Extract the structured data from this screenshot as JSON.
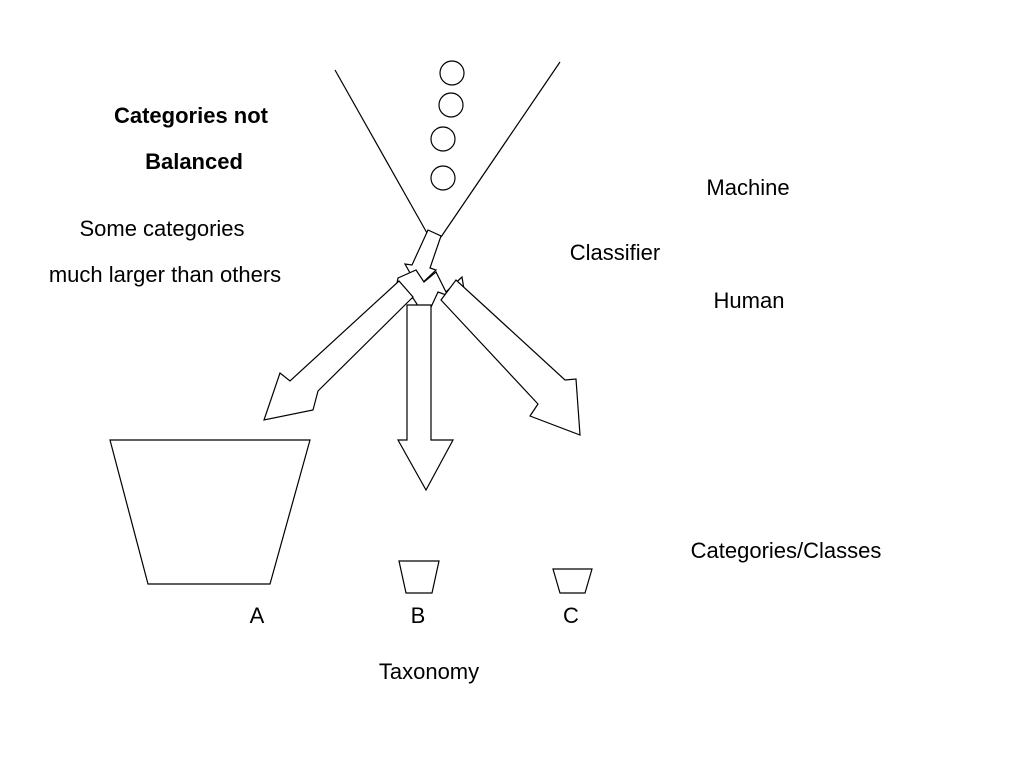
{
  "heading": {
    "line1": "Categories not",
    "line2": "Balanced"
  },
  "note": {
    "line1": "Some categories",
    "line2": "much larger than others"
  },
  "classifier": {
    "machine": "Machine",
    "classifier": "Classifier",
    "human": "Human"
  },
  "categories_label": "Categories/Classes",
  "buckets": {
    "a": "A",
    "b": "B",
    "c": "C"
  },
  "taxonomy_label": "Taxonomy",
  "colors": {
    "stroke": "#000000",
    "fill": "#ffffff"
  }
}
